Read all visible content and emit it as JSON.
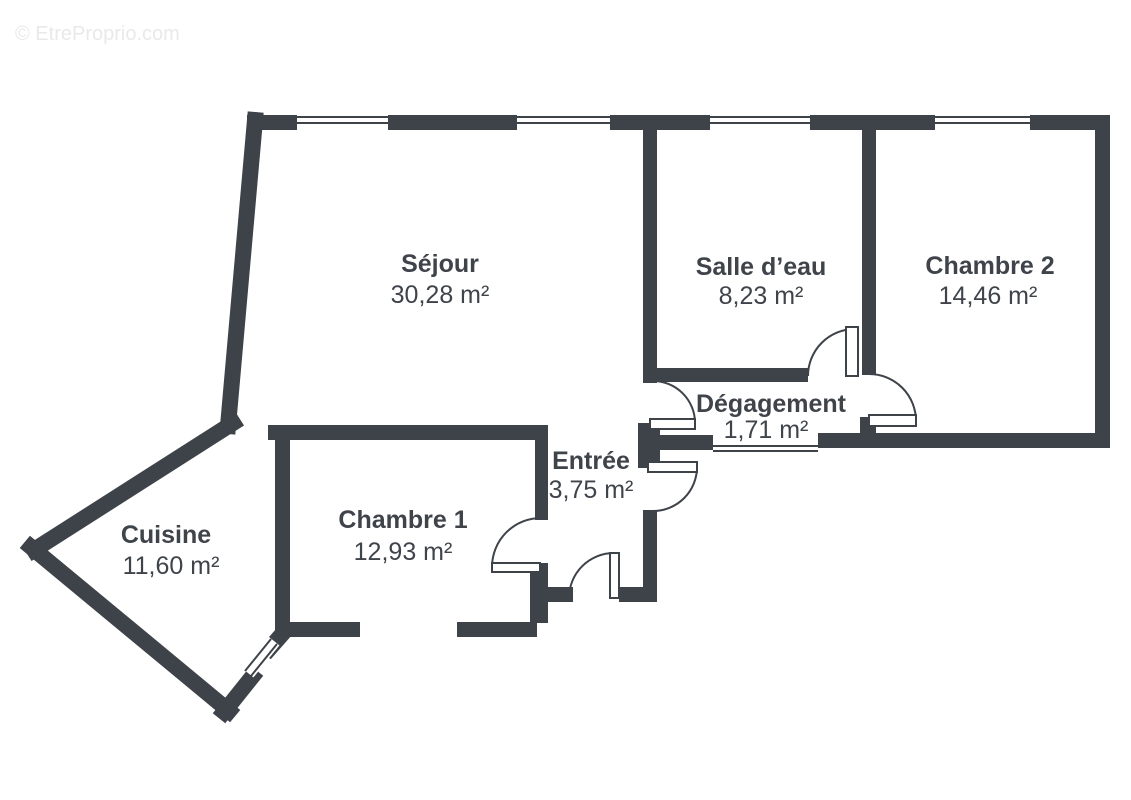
{
  "watermark": "© EtreProprio.com",
  "plan": {
    "rooms": [
      {
        "id": "sejour",
        "name": "Séjour",
        "area": "30,28 m²"
      },
      {
        "id": "salle-deau",
        "name": "Salle d’eau",
        "area": "8,23 m²"
      },
      {
        "id": "chambre-2",
        "name": "Chambre 2",
        "area": "14,46 m²"
      },
      {
        "id": "degagement",
        "name": "Dégagement",
        "area": "1,71 m²"
      },
      {
        "id": "entree",
        "name": "Entrée",
        "area": "3,75 m²"
      },
      {
        "id": "chambre-1",
        "name": "Chambre 1",
        "area": "12,93 m²"
      },
      {
        "id": "cuisine",
        "name": "Cuisine",
        "area": "11,60 m²"
      }
    ],
    "colors": {
      "wall": "#3e434a",
      "text": "#3f444b",
      "watermark": "#e9e9e9",
      "background": "#ffffff"
    }
  }
}
